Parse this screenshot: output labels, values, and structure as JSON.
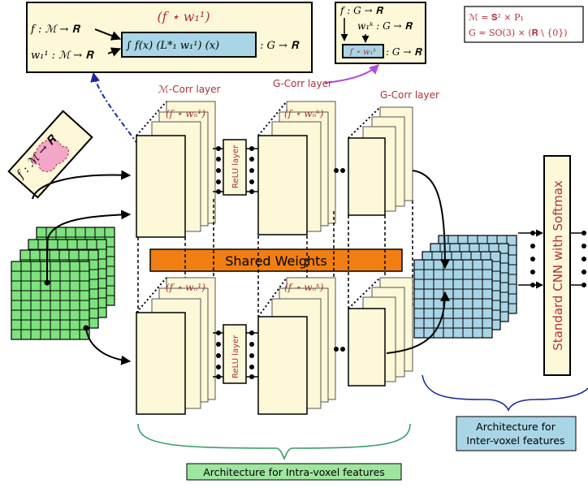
{
  "top_left_box": {
    "conv_title": "(f ⋆ w₁¹)",
    "f_map": "f : ℳ → 𝐑",
    "w_map": "w₁¹ : ℳ → 𝐑",
    "integral": "∫ f(x) (L*₁ w₁¹) (x)",
    "output_map": ": G → 𝐑"
  },
  "top_mid_box": {
    "f_map": "f : G → 𝐑",
    "w_map": "w₁ᵏ : G → 𝐑",
    "conv": "f ⋆ w₁ᵏ",
    "output_map": ": G → 𝐑"
  },
  "legend_box": {
    "line1": "ℳ = 𝐒² × P₁",
    "line2": "G = SO(3) × (𝐑 \\ {0})"
  },
  "labels": {
    "m_corr": "ℳ-Corr layer",
    "g_corr_1": "G-Corr layer",
    "g_corr_2": "G-Corr layer",
    "relu_top": "ReLU layer",
    "relu_bottom": "ReLU layer",
    "conv_m_top": "(f ⋆ wₙ¹)",
    "conv_g_top": "(f ⋆ wₙᵏ)",
    "conv_m_bottom": "(f ⋆ wₙ¹)",
    "conv_g_bottom": "(f ⋆ wₙᵏ)",
    "input_func": "f : ℳ → 𝐑",
    "shared_weights": "Shared Weights",
    "standard_cnn": "Standard CNN with Softmax",
    "intra_voxel": "Architecture for Intra-voxel features",
    "inter_voxel_1": "Architecture for",
    "inter_voxel_2": "Inter-voxel features"
  },
  "colors": {
    "cream": "#fdf8d8",
    "green_grid": "#7ee27e",
    "blue_grid": "#a8d4e6",
    "orange": "#f07e12",
    "label_red": "#b0303a",
    "pink_blob": "#f3a6c8",
    "inter_box": "#a9d6e7",
    "intra_box": "#9ee69e"
  }
}
